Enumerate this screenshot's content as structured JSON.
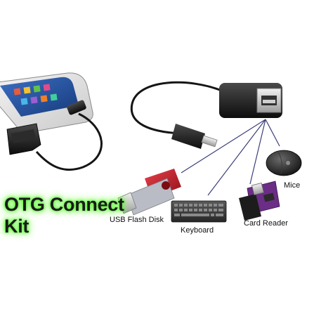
{
  "title": {
    "line1": "OTG Connect",
    "line2": "Kit"
  },
  "devices": {
    "usb_flash_disk": "USB Flash Disk",
    "keyboard": "Keyboard",
    "card_reader": "Card Reader",
    "mice": "Mice"
  },
  "colors": {
    "title_glow": "#5cf23a",
    "connector_lines": "#3b3f7a",
    "flash_drive_red": "#c8202a",
    "card_reader_purple": "#6b2d86",
    "cable_black": "#151515"
  },
  "icons": [
    "smartphone-icon",
    "otg-cable-icon",
    "usb-flash-drive-icon",
    "keyboard-icon",
    "card-reader-icon",
    "mouse-icon"
  ]
}
